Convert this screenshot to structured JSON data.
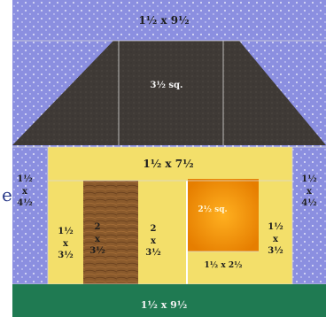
{
  "colors": {
    "sky": "#8b8fe0",
    "roof": "#3f3a36",
    "house_yellow": "#f3df6a",
    "door": "#8a5a2c",
    "window": "#f09a12",
    "grass": "#1f7a52",
    "seam": "#d9d9d9"
  },
  "labels": {
    "top_sky": "1½ x 9½",
    "roof": "3½ sq.",
    "house_band": "1½ x 7½",
    "left_sky": "1½\nx\n4½",
    "right_sky": "1½\nx\n4½",
    "left_wall": "1½\nx\n3½",
    "door": "2\nx\n3½",
    "mid_wall": "2\nx\n3½",
    "window": "2½ sq.",
    "under_window": "1½ x 2½",
    "right_wall": "1½\nx\n3½",
    "grass": "1½ x 9½"
  },
  "stray_text": "e"
}
